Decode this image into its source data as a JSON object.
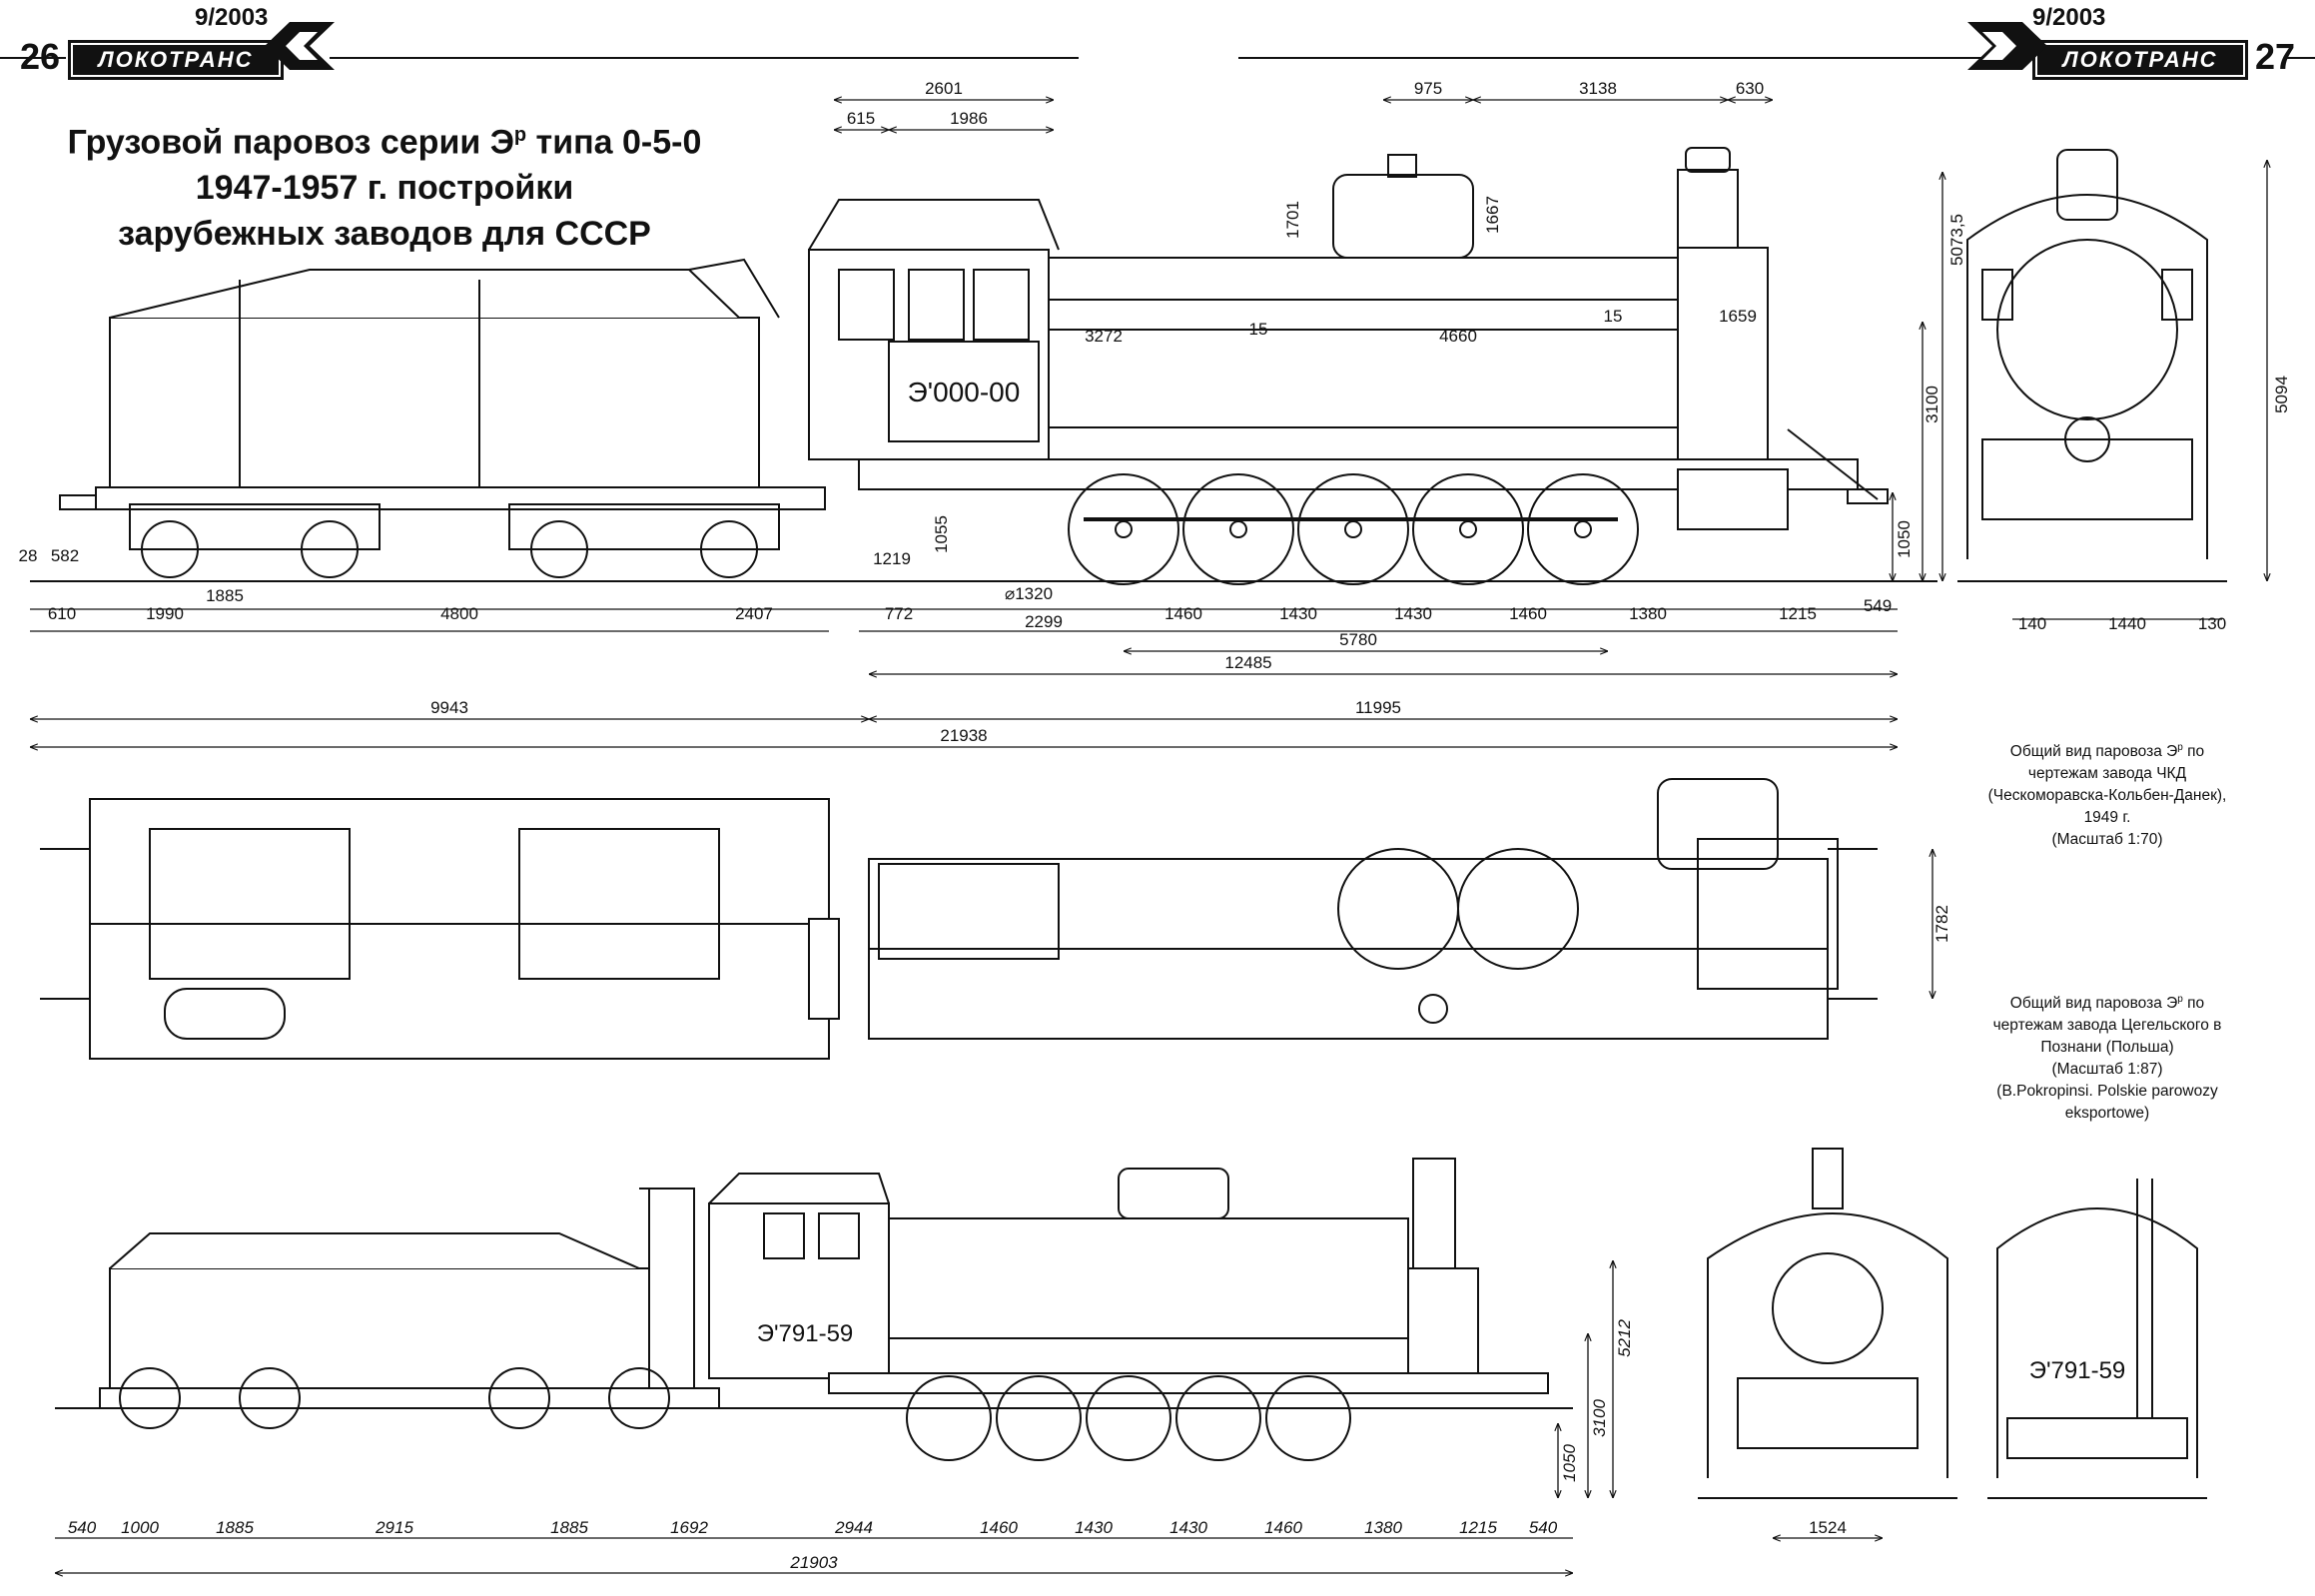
{
  "header": {
    "left_page_number": "26",
    "right_page_number": "27",
    "issue_left": "9/2003",
    "issue_right": "9/2003",
    "logo_left": "ЛОКОТРАНС",
    "logo_right": "ЛОКОТРАНС"
  },
  "title": {
    "line1_prefix": "Грузовой паровоз серии Э",
    "line1_sup": "р",
    "line1_suffix": " типа 0-5-0",
    "line2": "1947-1957 г. постройки",
    "line3": "зарубежных заводов для СССР"
  },
  "caption_ckd": {
    "line1_prefix": "Общий вид паровоза Э",
    "line1_sup": "р",
    "line1_suffix": " по",
    "line2": "чертежам завода ЧКД",
    "line3": "(Ческоморавска-Кольбен-Данек),",
    "line4": "1949 г.",
    "line5": "(Масштаб 1:70)"
  },
  "caption_cegielski": {
    "line1_prefix": "Общий вид паровоза Э",
    "line1_sup": "р",
    "line1_suffix": " по",
    "line2": "чертежам завода Цегельского в",
    "line3": "Познани (Польша)",
    "line4": "(Масштаб 1:87)",
    "line5": "(B.Pokropinsi. Polskie parowozy",
    "line6": "eksportowe)"
  },
  "locomotive_numbers": {
    "ckd_side": "Э'000-00",
    "cegielski_side": "Э'791-59",
    "cegielski_tender_rear": "Э'791-59"
  },
  "dimensions_top": {
    "cab": [
      "2601",
      "615",
      "1986"
    ],
    "boiler_top": [
      "975",
      "3138",
      "630"
    ],
    "dome_heights": [
      "1701",
      "1667"
    ],
    "boiler_axis": [
      "3272",
      "15",
      "4660",
      "15",
      "1659"
    ],
    "vertical": [
      "5073,5",
      "3100",
      "1050",
      "1055",
      "5094"
    ],
    "tender_left": [
      "28",
      "582"
    ],
    "cab_gap": "1219",
    "wheel_diameter": "⌀1320",
    "lower_row": [
      "610",
      "1990",
      "1885",
      "4800",
      "2407",
      "772",
      "2299",
      "1460",
      "1430",
      "1430",
      "1460",
      "1380",
      "1215",
      "549"
    ],
    "wheelbase_rigid": "5780",
    "loco_wheelbase": "12485",
    "tender_length": "9943",
    "loco_length": "11995",
    "total_length": "21938",
    "front_view": [
      "140",
      "1440",
      "130"
    ]
  },
  "dimensions_plan": {
    "width": "1782"
  },
  "dimensions_bottom": {
    "lower_row": [
      "540",
      "1000",
      "1885",
      "2915",
      "1885",
      "1692",
      "2944",
      "1460",
      "1430",
      "1430",
      "1460",
      "1380",
      "1215",
      "540"
    ],
    "total_length": "21903",
    "vertical": [
      "5212",
      "3100",
      "1050"
    ],
    "front_gauge": "1524"
  }
}
